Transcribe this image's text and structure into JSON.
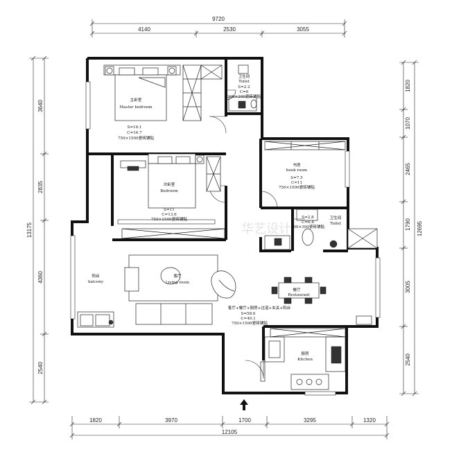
{
  "dimensions": {
    "top_total": "9720",
    "top_segments": [
      "4140",
      "2530",
      "3055"
    ],
    "bottom_total": "12105",
    "bottom_segments": [
      "1820",
      "3970",
      "1700",
      "3295",
      "1320"
    ],
    "left_total": "13175",
    "left_segments": [
      "3640",
      "2835",
      "4360",
      "2540"
    ],
    "right_total": "12695",
    "right_segments": [
      "1820",
      "1070",
      "2465",
      "1790",
      "3005",
      "2540"
    ]
  },
  "rooms": {
    "master_bedroom": {
      "name_cn": "主卧室",
      "name_en": "Master bedroom",
      "area": "S=16.1",
      "perimeter": "C=16.7",
      "tile": "750×1500瓷砖铺贴"
    },
    "toilet_1": {
      "name_cn": "卫生间",
      "name_en": "Toilet",
      "area": "S=2.2",
      "perimeter": "C=6",
      "tile": "300×300瓷砖铺贴"
    },
    "second_bedroom": {
      "name_cn": "次卧室",
      "name_en": "Bedroom",
      "area": "S=11",
      "perimeter": "C=13.6",
      "tile": "750×1500瓷砖铺贴"
    },
    "study": {
      "name_cn": "书房",
      "name_en": "book room",
      "area": "S=7.5",
      "perimeter": "C=11",
      "tile": "750×1500瓷砖铺贴"
    },
    "toilet_2": {
      "name_cn": "卫生间",
      "name_en": "Toilet",
      "area": "S=2.8",
      "perimeter": "C=6.8",
      "tile": "300×300瓷砖铺贴"
    },
    "balcony": {
      "name_cn": "阳台",
      "name_en": "balcony"
    },
    "living": {
      "name_cn": "客厅",
      "name_en": "Living room"
    },
    "dining": {
      "name_cn": "餐厅",
      "name_en": "Restaurant"
    },
    "common": {
      "label": "客厅+餐厅+厨房+过道+玄关+阳台",
      "area": "S=58.6",
      "perimeter": "C=40.1",
      "tile": "750×1500瓷砖铺贴"
    },
    "kitchen": {
      "name_cn": "厨房",
      "name_en": "Kitchen"
    }
  },
  "watermark": "华艺设计"
}
